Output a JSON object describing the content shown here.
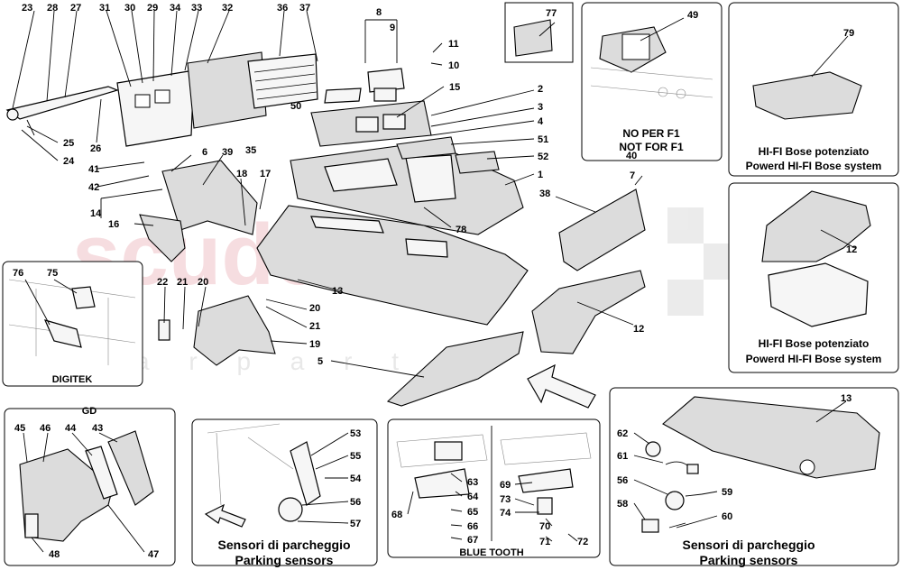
{
  "watermark": {
    "main": "scuderia",
    "sub": "a r p a r t s",
    "color": "#e8a0a8"
  },
  "callouts": {
    "n1": "1",
    "n2": "2",
    "n3": "3",
    "n4": "4",
    "n5": "5",
    "n6": "6",
    "n7": "7",
    "n8": "8",
    "n9": "9",
    "n10": "10",
    "n11": "11",
    "n12": "12",
    "n13": "13",
    "n14": "14",
    "n15": "15",
    "n16": "16",
    "n17": "17",
    "n18": "18",
    "n19": "19",
    "n20": "20",
    "n21": "21",
    "n22": "22",
    "n23": "23",
    "n24": "24",
    "n25": "25",
    "n26": "26",
    "n27": "27",
    "n28": "28",
    "n29": "29",
    "n30": "30",
    "n31": "31",
    "n32": "32",
    "n33": "33",
    "n34": "34",
    "n35": "35",
    "n36": "36",
    "n37": "37",
    "n38": "38",
    "n39": "39",
    "n40": "40",
    "n41": "41",
    "n42": "42",
    "n43": "43",
    "n44": "44",
    "n45": "45",
    "n46": "46",
    "n47": "47",
    "n48": "48",
    "n49": "49",
    "n50": "50",
    "n51": "51",
    "n52": "52",
    "n53": "53",
    "n54": "54",
    "n55": "55",
    "n56": "56",
    "n57": "57",
    "n58": "58",
    "n59": "59",
    "n60": "60",
    "n61": "61",
    "n62": "62",
    "n63": "63",
    "n64": "64",
    "n65": "65",
    "n66": "66",
    "n67": "67",
    "n68": "68",
    "n69": "69",
    "n70": "70",
    "n71": "71",
    "n72": "72",
    "n73": "73",
    "n74": "74",
    "n75": "75",
    "n76": "76",
    "n77": "77",
    "n78": "78",
    "n79": "79"
  },
  "captions": {
    "no_f1_line1": "NO PER F1",
    "no_f1_line2": "NOT FOR F1",
    "hifi_top_line1": "HI-FI Bose potenziato",
    "hifi_top_line2": "Powerd HI-FI Bose system",
    "hifi_bottom_line1": "HI-FI Bose potenziato",
    "hifi_bottom_line2": "Powerd HI-FI Bose system",
    "digitek": "DIGITEK",
    "gd": "GD",
    "parking_left_line1": "Sensori di parcheggio",
    "parking_left_line2": "Parking sensors",
    "bluetooth": "BLUE TOOTH",
    "parking_right_line1": "Sensori di parcheggio",
    "parking_right_line2": "Parking sensors"
  }
}
